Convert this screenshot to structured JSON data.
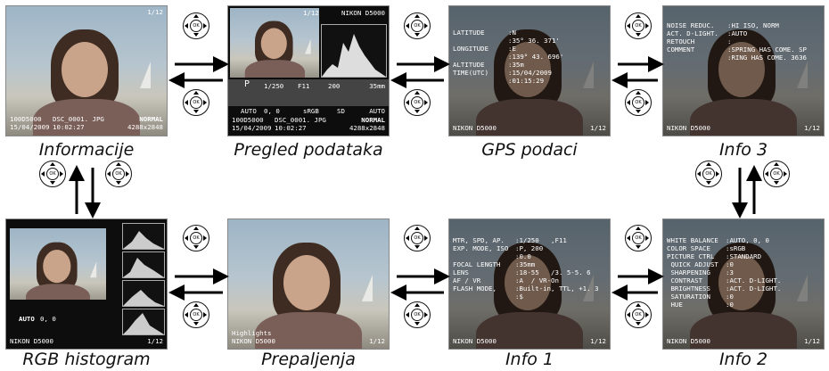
{
  "screens": {
    "informacije": {
      "caption": "Informacije",
      "frame": "1/12",
      "folder": "100D5000",
      "file": "DSC_0001. JPG",
      "quality": "NORMAL",
      "date": "15/04/2009",
      "time": "10:02:27",
      "size": "4288x2848"
    },
    "pregled": {
      "caption": "Pregled podataka",
      "frame": "1/12",
      "camera": "NIKON D5000",
      "mode": "P",
      "shutter": "1/250",
      "aperture": "F11",
      "iso": "200",
      "focal": "35mm",
      "wb": "AUTO",
      "wb_adj": "0, 0",
      "color_space": "sRGB",
      "picture_ctrl": "SD",
      "d_light": "AUTO",
      "folder": "100D5000",
      "file": "DSC_0001. JPG",
      "quality": "NORMAL",
      "date": "15/04/2009",
      "time": "10:02:27",
      "size": "4288x2848"
    },
    "gps": {
      "caption": "GPS podaci",
      "camera": "NIKON D5000",
      "frame": "1/12",
      "rows": [
        {
          "label": "LATITUDE",
          "value": "N"
        },
        {
          "label": "",
          "value": "35° 36. 371'"
        },
        {
          "label": "LONGITUDE",
          "value": "E"
        },
        {
          "label": "",
          "value": "139° 43. 696'"
        },
        {
          "label": "ALTITUDE",
          "value": "35m"
        },
        {
          "label": "TIME(UTC)",
          "value": "15/04/2009"
        },
        {
          "label": "",
          "value": "01:15:29"
        }
      ]
    },
    "info3": {
      "caption": "Info 3",
      "camera": "NIKON D5000",
      "frame": "1/12",
      "rows": [
        {
          "label": "NOISE REDUC.",
          "value": "HI ISO, NORM"
        },
        {
          "label": "ACT. D-LIGHT.",
          "value": "AUTO"
        },
        {
          "label": "RETOUCH",
          "value": ""
        },
        {
          "label": "COMMENT",
          "value": "SPRING HAS COME. SP"
        },
        {
          "label": "",
          "value": "RING HAS COME. 3636"
        }
      ]
    },
    "rgb": {
      "caption": "RGB histogram",
      "camera": "NIKON D5000",
      "frame": "1/12",
      "wb": "AUTO",
      "wb_adj": "0, 0"
    },
    "highlights": {
      "caption": "Prepaljenja",
      "label": "Highlights",
      "camera": "NIKON D5000",
      "frame": "1/12"
    },
    "info1": {
      "caption": "Info 1",
      "camera": "NIKON D5000",
      "frame": "1/12",
      "rows": [
        {
          "label": "MTR, SPD, AP.",
          "value": "1/250   ,F11"
        },
        {
          "label": "EXP. MODE, ISO",
          "value": "P, 200"
        },
        {
          "label": "",
          "value": "0.0"
        },
        {
          "label": "FOCAL LENGTH",
          "value": "35mm"
        },
        {
          "label": "LENS",
          "value": "18-55   /3. 5-5. 6"
        },
        {
          "label": "AF / VR",
          "value": "A  / VR-On"
        },
        {
          "label": "FLASH MODE,",
          "value": "Built-in, TTL, +1. 3"
        },
        {
          "label": "",
          "value": "$"
        }
      ]
    },
    "info2": {
      "caption": "Info 2",
      "camera": "NIKON D5000",
      "frame": "1/12",
      "rows": [
        {
          "label": "WHITE BALANCE",
          "value": "AUTO, 0, 0"
        },
        {
          "label": "COLOR SPACE",
          "value": "sRGB"
        },
        {
          "label": "PICTURE CTRL",
          "value": "STANDARD"
        },
        {
          "label": " QUICK ADJUST",
          "value": "0"
        },
        {
          "label": " SHARPENING",
          "value": "3"
        },
        {
          "label": " CONTRAST",
          "value": "ACT. D-LIGHT."
        },
        {
          "label": " BRIGHTNESS",
          "value": "ACT. D-LIGHT."
        },
        {
          "label": " SATURATION",
          "value": "0"
        },
        {
          "label": " HUE",
          "value": "0"
        }
      ]
    }
  },
  "dial": {
    "ok_label": "OK"
  },
  "colors": {
    "arrow": "#000000",
    "screen_bg": "#0d0d0d",
    "text": "#ffffff"
  }
}
